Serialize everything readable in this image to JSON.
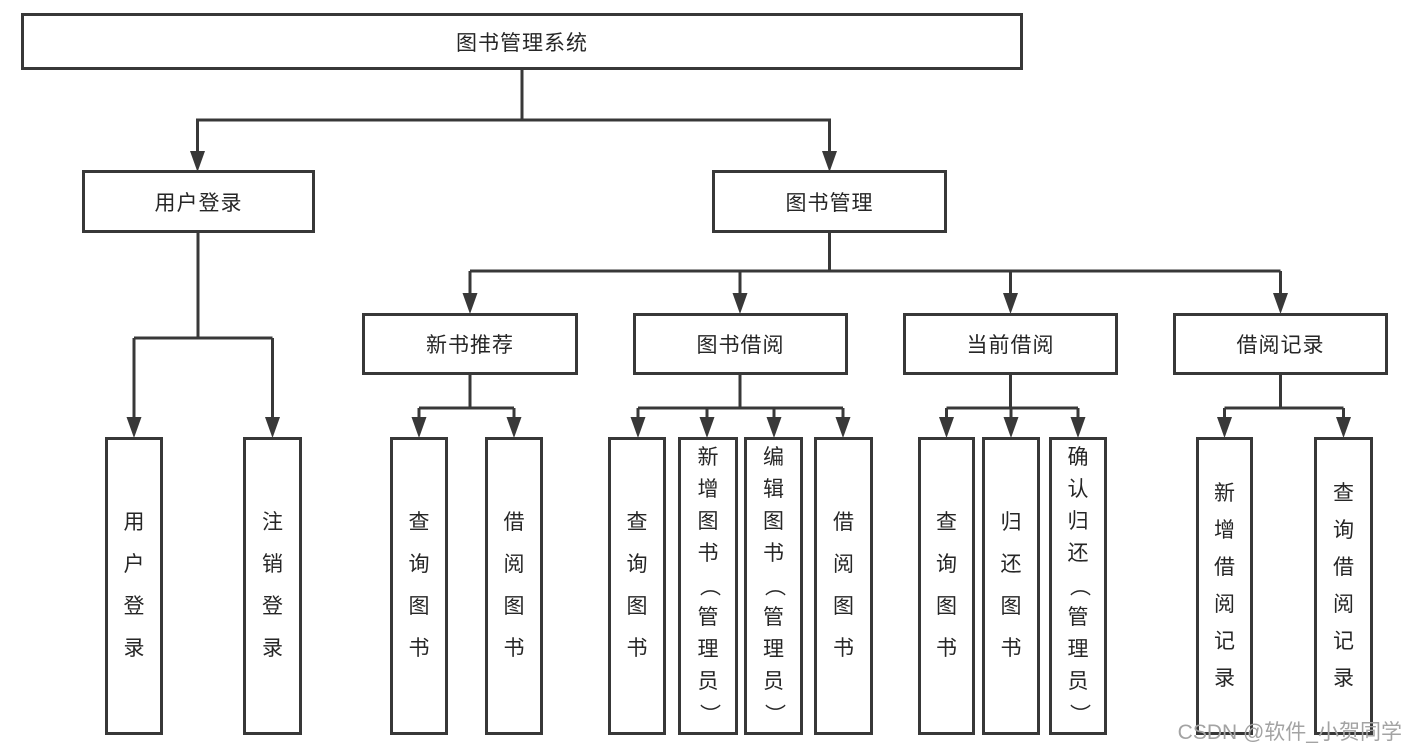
{
  "nodes": {
    "root": "图书管理系统",
    "user_login": "用户登录",
    "book_mgmt": "图书管理",
    "new_books": "新书推荐",
    "book_borrow": "图书借阅",
    "current_borrow": "当前借阅",
    "borrow_records": "借阅记录",
    "leaves": {
      "login": "用户登录",
      "logout": "注销登录",
      "nb_query": "查询图书",
      "nb_borrow": "借阅图书",
      "bb_query": "查询图书",
      "bb_add": "新增图书（管理员）",
      "bb_edit": "编辑图书（管理员）",
      "bb_borrow": "借阅图书",
      "cb_query": "查询图书",
      "cb_return": "归还图书",
      "cb_confirm": "确认归还（管理员）",
      "br_add": "新增借阅记录",
      "br_query": "查询借阅记录"
    }
  },
  "watermark": "CSDN @软件_小贺同学",
  "colors": {
    "line": "#383838",
    "text": "#262626",
    "watermark": "#a3a3a3",
    "background": "#ffffff"
  }
}
